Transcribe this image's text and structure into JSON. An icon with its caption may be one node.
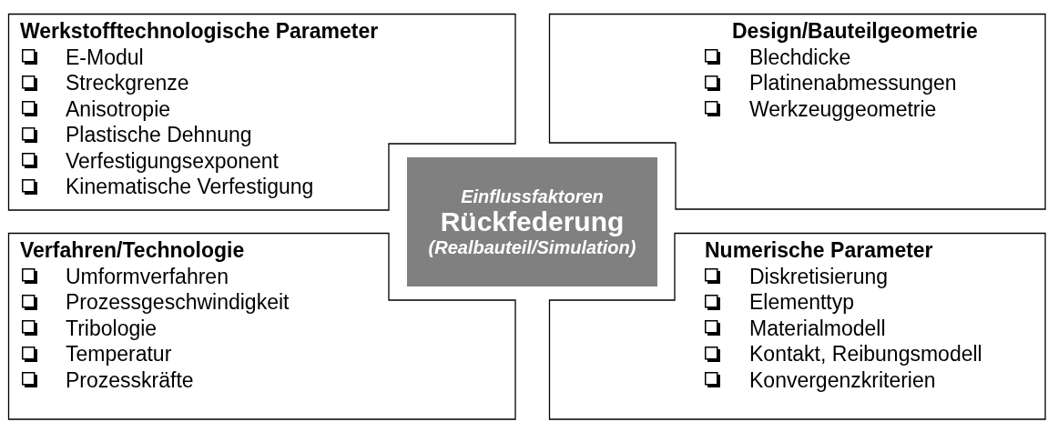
{
  "diagram": {
    "nodes": [
      {
        "text": [
          "Werkstofftechnologische Parameter",
          "E-Modul",
          "Streckgrenze",
          "Anisotropie",
          "Plastische Dehnung",
          "Verfestigungsexponent",
          "Kinematische Verfestigung"
        ]
      },
      {
        "text": [
          "Design/Bauteilgeometrie",
          "Blechdicke",
          "Platinenabmessungen",
          "Werkzeuggeometrie"
        ]
      },
      {
        "text": [
          "Einflussfaktoren",
          "Rückfederung",
          "(Realbauteil/Simulation)"
        ]
      },
      {
        "text": [
          "Verfahren/Technologie",
          "Umformverfahren",
          "Prozessgeschwindigkeit",
          "Tribologie",
          "Temperatur",
          "Prozesskräfte"
        ]
      },
      {
        "text": [
          "Numerische Parameter",
          "Diskretisierung",
          "Elementtyp",
          "Materialmodell",
          "Kontakt, Reibungsmodell",
          "Konvergenzkriterien"
        ]
      }
    ]
  }
}
